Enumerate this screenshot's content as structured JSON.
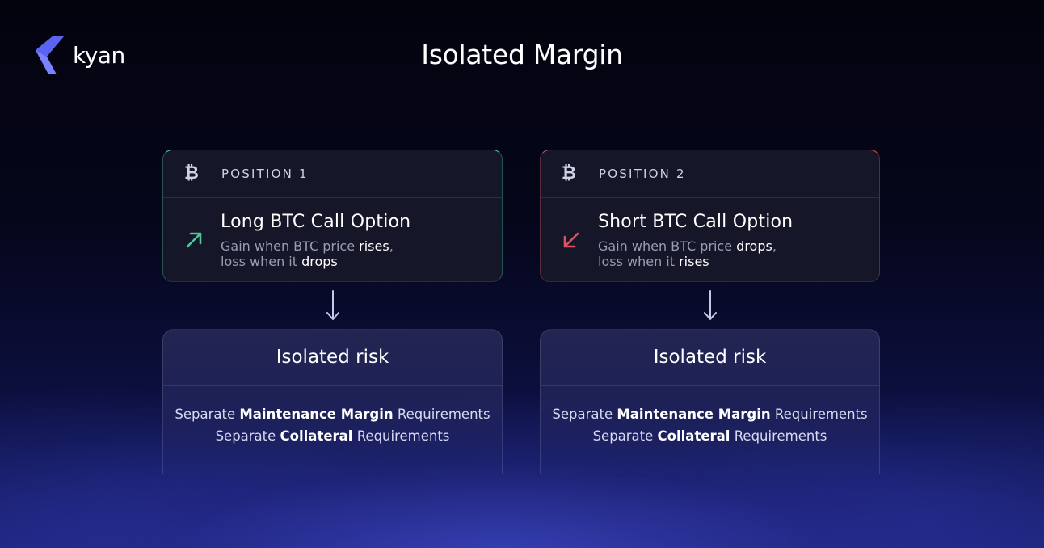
{
  "brand": {
    "name": "kyan",
    "color": "#5b63f0"
  },
  "title": "Isolated Margin",
  "positions": [
    {
      "label": "POSITION 1",
      "icon": "bitcoin-icon",
      "accent": "#4fc79a",
      "direction_icon": "arrow-up-right-icon",
      "option_title": "Long BTC Call Option",
      "desc_line1_pre": "Gain when BTC price ",
      "desc_line1_bold": "rises",
      "desc_line1_post": ",",
      "desc_line2_pre": "loss when it ",
      "desc_line2_bold": "drops"
    },
    {
      "label": "POSITION 2",
      "icon": "bitcoin-icon",
      "accent": "#e2515e",
      "direction_icon": "arrow-down-left-icon",
      "option_title": "Short BTC Call Option",
      "desc_line1_pre": "Gain when BTC price ",
      "desc_line1_bold": "drops",
      "desc_line1_post": ",",
      "desc_line2_pre": "loss when it ",
      "desc_line2_bold": "rises"
    }
  ],
  "risk_cards": [
    {
      "title": "Isolated risk",
      "line1_pre": "Separate ",
      "line1_bold": "Maintenance Margin",
      "line1_post": " Requirements",
      "line2_pre": "Separate ",
      "line2_bold": "Collateral",
      "line2_post": " Requirements"
    },
    {
      "title": "Isolated risk",
      "line1_pre": "Separate ",
      "line1_bold": "Maintenance Margin",
      "line1_post": " Requirements",
      "line2_pre": "Separate ",
      "line2_bold": "Collateral",
      "line2_post": " Requirements"
    }
  ]
}
